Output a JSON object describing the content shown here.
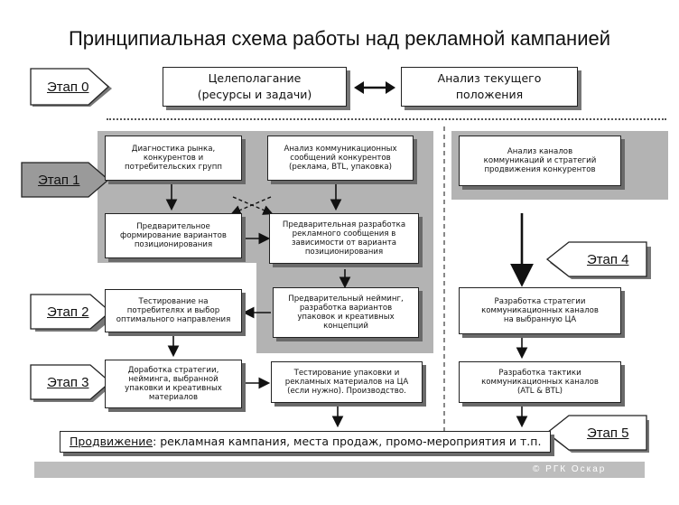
{
  "title": "Принципиальная схема работы над рекламной кампанией",
  "stages": {
    "s0": "Этап 0",
    "s1": "Этап 1",
    "s2": "Этап 2",
    "s3": "Этап 3",
    "s4": "Этап 4",
    "s5": "Этап 5"
  },
  "boxes": {
    "goal_setting": "Целеполагание\n(ресурсы и задачи)",
    "current_analysis": "Анализ текущего\nположения",
    "market_diag": "Диагностика рынка,\nконкурентов и\nпотребительских групп",
    "comm_analysis": "Анализ коммуникационных\nсообщений конкурентов\n(реклама, BTL, упаковка)",
    "channel_analysis": "Анализ каналов\nкоммуникаций и стратегий\nпродвижения конкурентов",
    "positioning": "Предварительное\nформирование вариантов\nпозиционирования",
    "message_dev": "Предварительная разработка\nрекламного сообщения в\nзависимости от варианта\nпозиционирования",
    "testing_direction": "Тестирование на\nпотребителях и выбор\nоптимального направления",
    "naming": "Предварительный нейминг,\nразработка вариантов\nупаковок и креативных\nконцепций",
    "comm_strategy": "Разработка стратегии\nкоммуникационных каналов\nна выбранную ЦА",
    "refinement": "Доработка стратегии,\nнейминга, выбранной\nупаковки и креативных\nматериалов",
    "pack_testing": "Тестирование упаковки и\nрекламных материалов на ЦА\n(если нужно). Производство.",
    "tactics": "Разработка тактики\nкоммуникационных каналов\n(ATL & BTL)"
  },
  "footer": {
    "promo_label": "Продвижение",
    "promo_text": ": рекламная кампания, места продаж, промо-мероприятия и т.п."
  },
  "copyright": "© РГК Оскар"
}
